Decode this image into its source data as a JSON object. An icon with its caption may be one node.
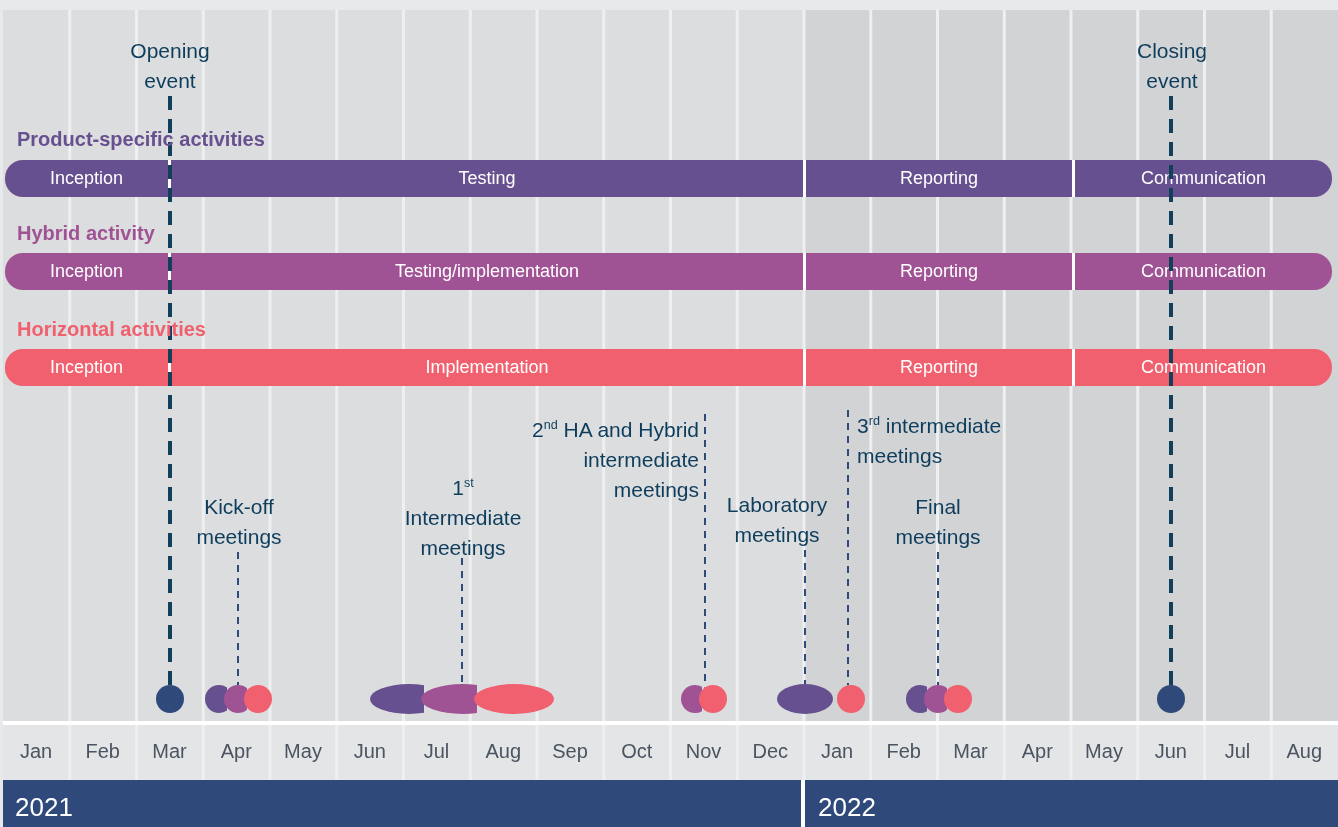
{
  "diagram": {
    "nodes": [
      {
        "text": [
          "Opening event"
        ]
      },
      {
        "text": [
          "Closing event"
        ]
      },
      {
        "text": [
          "Inception"
        ]
      },
      {
        "text": [
          "Testing"
        ]
      },
      {
        "text": [
          "Reporting"
        ]
      },
      {
        "text": [
          "Communication"
        ]
      },
      {
        "text": [
          "Inception"
        ]
      },
      {
        "text": [
          "Testing/implementation"
        ]
      },
      {
        "text": [
          "Reporting"
        ]
      },
      {
        "text": [
          "Communication"
        ]
      },
      {
        "text": [
          "Inception"
        ]
      },
      {
        "text": [
          "Implementation"
        ]
      },
      {
        "text": [
          "Reporting"
        ]
      },
      {
        "text": [
          "Communication"
        ]
      },
      {
        "text": [
          "Kick-off meetings"
        ]
      },
      {
        "text": [
          "1$^{st}$ Intermediate meetings"
        ]
      },
      {
        "text": [
          "2$^{nd}$ HA and Hybrid intermediate meetings"
        ]
      },
      {
        "text": [
          "Laboratory meetings"
        ]
      },
      {
        "text": [
          "3$^{rd}$ intermediate meetings"
        ]
      },
      {
        "text": [
          "Final meetings"
        ]
      },
      {
        "text": [],
        "shape": "circle"
      },
      {
        "text": [],
        "shape": "circle"
      },
      {
        "text": [],
        "shape": "circle"
      },
      {
        "text": [],
        "shape": "circle"
      },
      {
        "text": [],
        "shape": "ellipse"
      },
      {
        "text": [],
        "shape": "ellipse"
      },
      {
        "text": [],
        "shape": "ellipse"
      },
      {
        "text": [],
        "shape": "circle"
      },
      {
        "text": [],
        "shape": "circle"
      },
      {
        "text": [],
        "shape": "ellipse"
      },
      {
        "text": [],
        "shape": "circle"
      },
      {
        "text": [],
        "shape": "circle"
      },
      {
        "text": [],
        "shape": "circle"
      },
      {
        "text": [],
        "shape": "circle"
      },
      {
        "text": [],
        "shape": "circle"
      }
    ],
    "edges": [
      {
        "from": 0,
        "to": 20,
        "arrow": "none",
        "style": "dashed"
      },
      {
        "from": 1,
        "to": 34,
        "arrow": "none",
        "style": "dashed"
      },
      {
        "from": 14,
        "to": 22,
        "arrow": "none",
        "style": "dashed"
      },
      {
        "from": 15,
        "to": 25,
        "arrow": "none",
        "style": "dashed"
      },
      {
        "from": 16,
        "to": 28,
        "arrow": "none",
        "style": "dashed"
      },
      {
        "from": 17,
        "to": 29,
        "arrow": "none",
        "style": "dashed"
      },
      {
        "from": 18,
        "to": 30,
        "arrow": "none",
        "style": "dashed"
      },
      {
        "from": 19,
        "to": 32,
        "arrow": "none",
        "style": "dashed"
      }
    ],
    "labels": [
      "Product-specific activities",
      "Hybrid activity",
      "Horizontal activities",
      "Jan",
      "Feb",
      "Mar",
      "Apr",
      "May",
      "Jun",
      "Jul",
      "Aug",
      "Sep",
      "Oct",
      "Nov",
      "Dec",
      "Jan",
      "Feb",
      "Mar",
      "Apr",
      "May",
      "Jun",
      "Jul",
      "Aug",
      "2021",
      "2022"
    ]
  }
}
